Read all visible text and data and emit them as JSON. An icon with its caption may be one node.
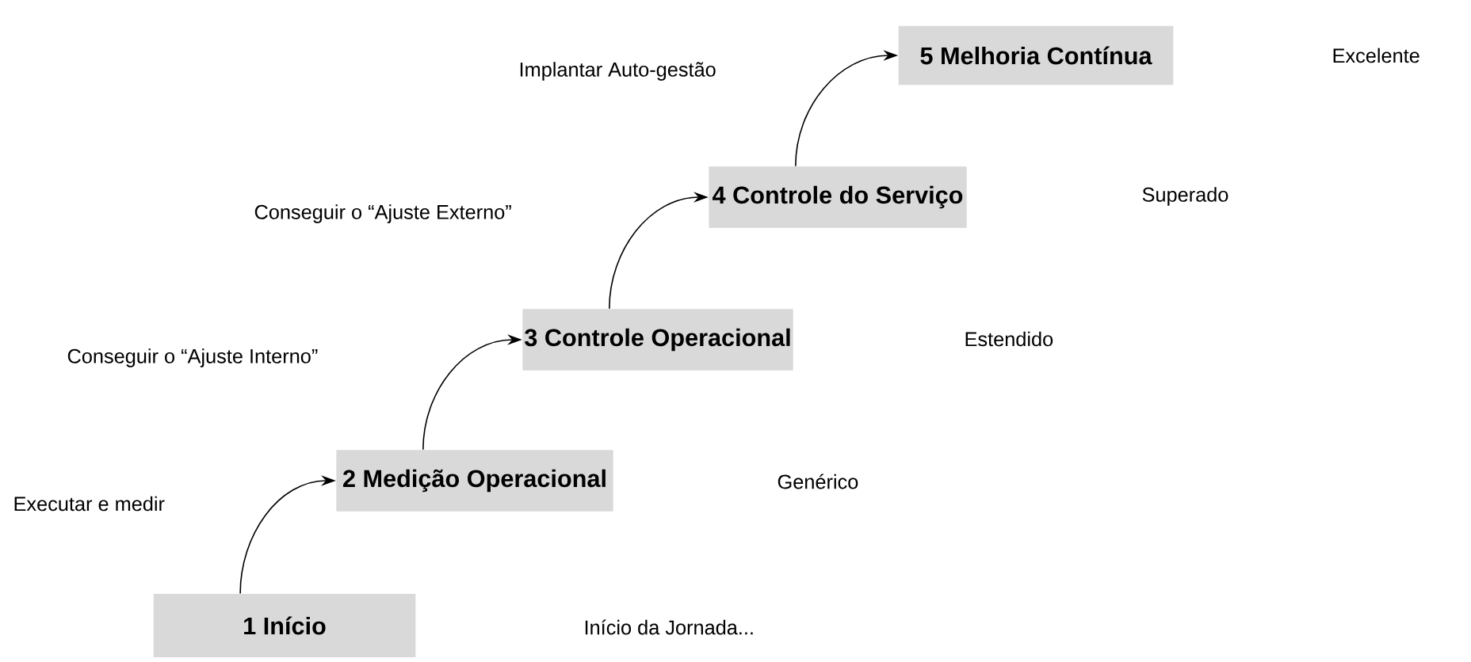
{
  "diagram": {
    "nodes": [
      {
        "text": [
          "1 Início"
        ]
      },
      {
        "text": [
          "2 Medição Operacional"
        ]
      },
      {
        "text": [
          "3 Controle Operacional"
        ]
      },
      {
        "text": [
          "4 Controle do Serviço"
        ]
      },
      {
        "text": [
          "5 Melhoria Contínua"
        ]
      }
    ],
    "edges": [
      {
        "from": 0,
        "to": 1,
        "arrow": "to"
      },
      {
        "from": 1,
        "to": 2,
        "arrow": "to"
      },
      {
        "from": 2,
        "to": 3,
        "arrow": "to"
      },
      {
        "from": 3,
        "to": 4,
        "arrow": "to"
      }
    ],
    "labels": [
      "Implantar Auto-gestão",
      "Excelente",
      "Conseguir o “Ajuste Externo”",
      "Superado",
      "Conseguir o “Ajuste Interno”",
      "Estendido",
      "Executar e medir",
      "Genérico",
      "Início da Jornada..."
    ]
  }
}
